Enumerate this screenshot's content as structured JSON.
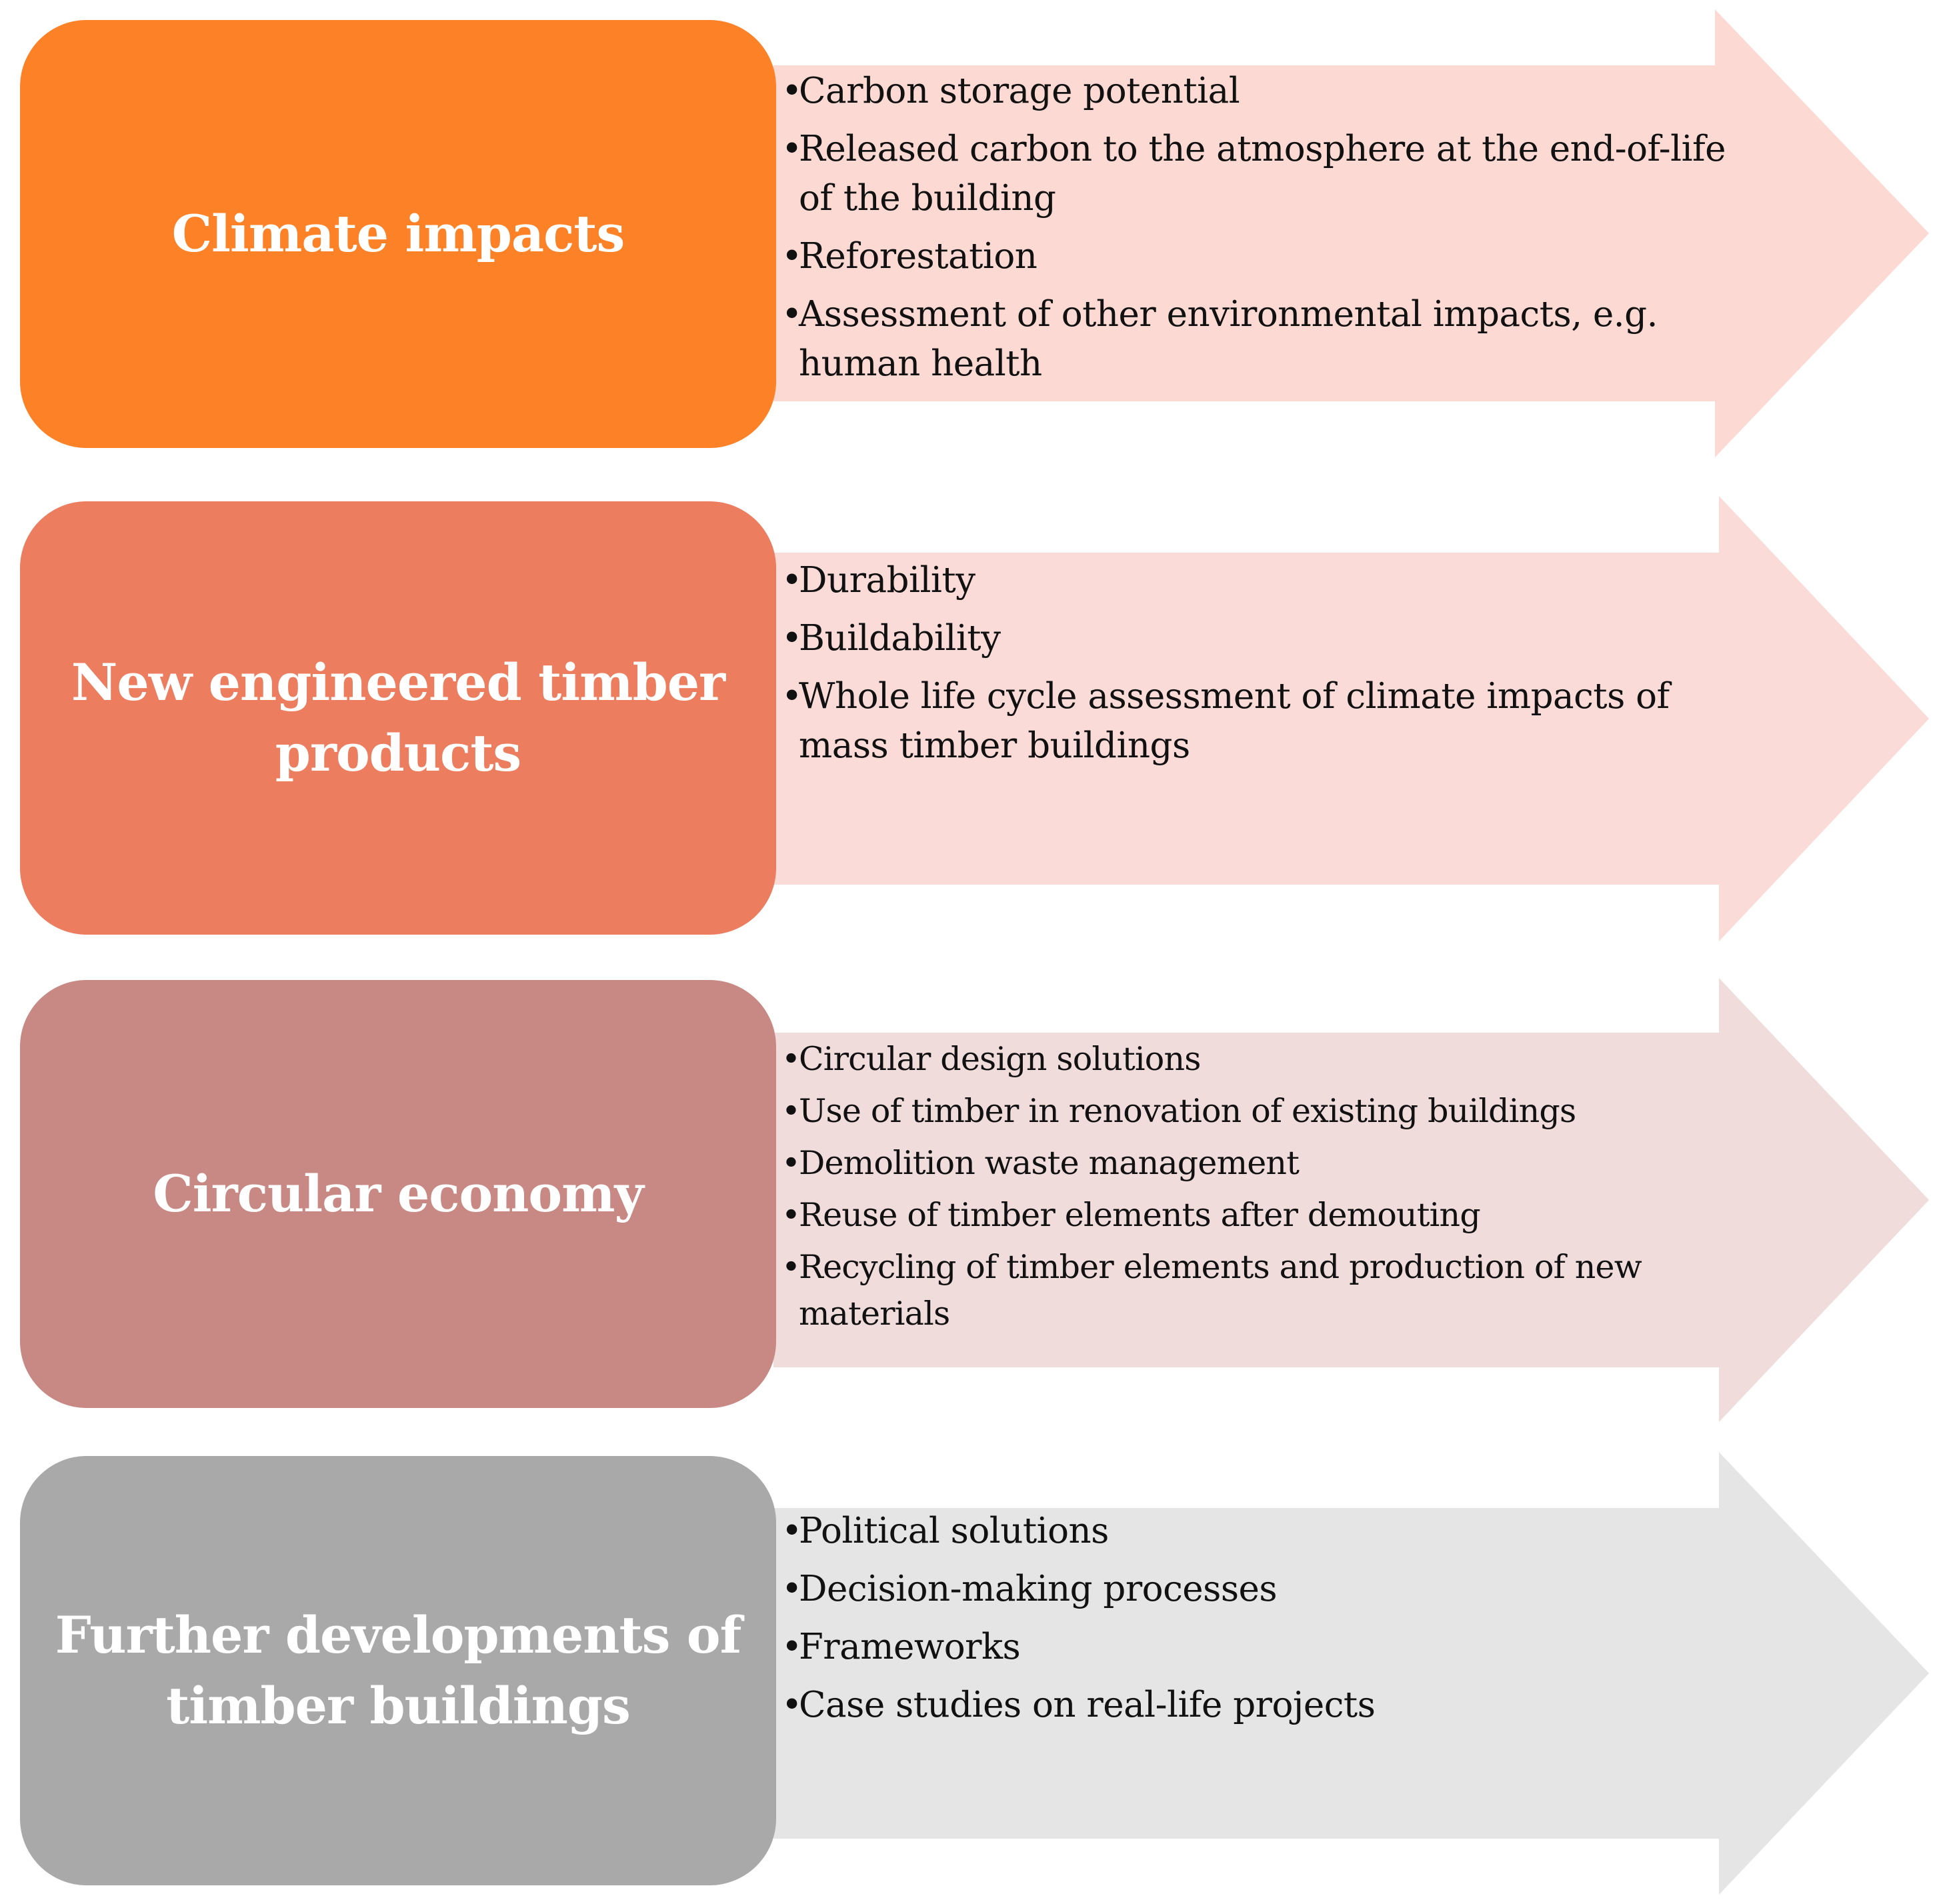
{
  "rows": [
    {
      "label": "Climate impacts",
      "box_color": "#fd8126",
      "arrow_color": "#fcdad3",
      "items": [
        "Carbon storage potential",
        "Released carbon to the atmosphere at the end-of-life of the building",
        " Reforestation",
        " Assessment of other environmental impacts, e.g. human health"
      ]
    },
    {
      "label": "New engineered timber products",
      "box_color": "#ec7d5e",
      "arrow_color": "#fadbd7",
      "items": [
        "Durability",
        "Buildability",
        "Whole life cycle assessment of climate impacts of mass timber buildings"
      ]
    },
    {
      "label": "Circular economy",
      "box_color": "#c88985",
      "arrow_color": "#f1dcdc",
      "items": [
        "Circular design solutions",
        "Use of timber in renovation of existing buildings",
        "Demolition waste management",
        "Reuse of timber elements after demouting",
        "Recycling of timber elements and production of new materials"
      ]
    },
    {
      "label": "Further developments of timber buildings",
      "box_color": "#a9a9a9",
      "arrow_color": "#e5e5e5",
      "items": [
        "Political solutions",
        "Decision-making processes",
        "Frameworks",
        "Case studies on real-life projects"
      ]
    }
  ]
}
